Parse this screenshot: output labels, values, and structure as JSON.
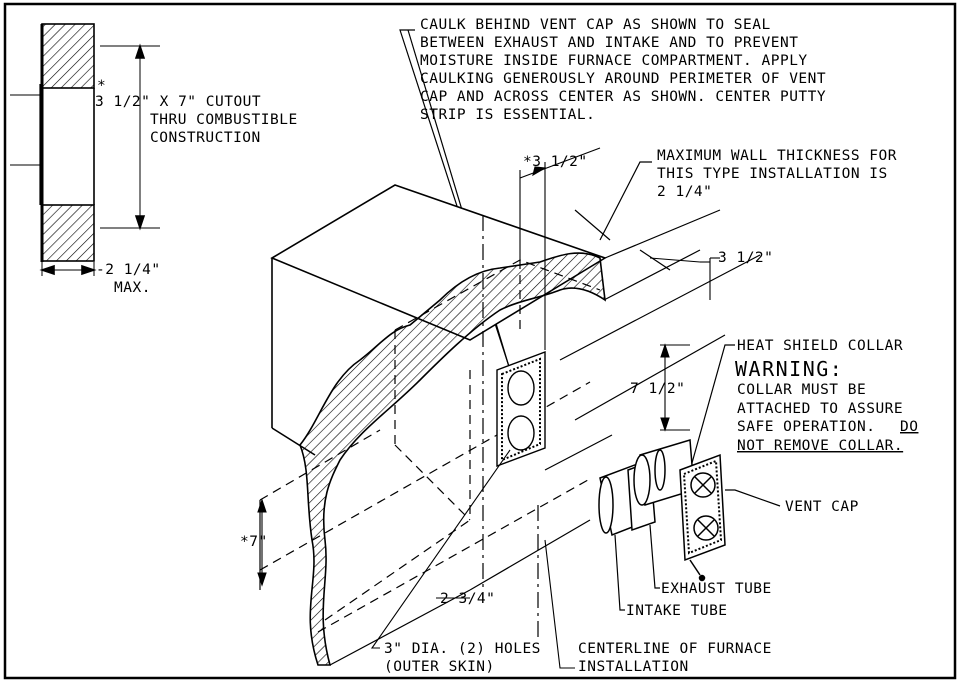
{
  "notes": {
    "caulk": [
      "CAULK BEHIND VENT CAP AS SHOWN TO SEAL",
      "BETWEEN EXHAUST AND INTAKE AND TO PREVENT",
      "MOISTURE INSIDE FURNACE COMPARTMENT. APPLY",
      "CAULKING GENEROUSLY AROUND PERIMETER OF VENT",
      "CAP AND ACROSS CENTER AS SHOWN. CENTER PUTTY",
      "STRIP IS ESSENTIAL."
    ],
    "cutout_star": "*",
    "cutout": [
      "3 1/2\" X 7\" CUTOUT",
      "THRU COMBUSTIBLE",
      "CONSTRUCTION"
    ],
    "max_thickness_dim": [
      "-2 1/4\"",
      "MAX."
    ],
    "wall_thickness": [
      "MAXIMUM WALL THICKNESS FOR",
      "THIS TYPE INSTALLATION IS",
      "2 1/4\""
    ],
    "heat_shield": "HEAT SHIELD COLLAR",
    "warning_title": "WARNING:",
    "warning_body": [
      "COLLAR MUST BE",
      "ATTACHED TO ASSURE",
      "SAFE OPERATION."
    ],
    "warning_underline": [
      "DO",
      "NOT REMOVE COLLAR."
    ],
    "vent_cap": "VENT CAP",
    "exhaust_tube": "EXHAUST TUBE",
    "intake_tube": "INTAKE TUBE",
    "holes": [
      "3\" DIA. (2) HOLES",
      "(OUTER SKIN)"
    ],
    "centerline": [
      "CENTERLINE OF FURNACE",
      "INSTALLATION"
    ]
  },
  "dimensions": {
    "top_width": "*3 1/2\"",
    "right_width": "3 1/2\"",
    "height": "7 1/2\"",
    "left_height": "*7\"",
    "offset": "2 3/4\""
  }
}
